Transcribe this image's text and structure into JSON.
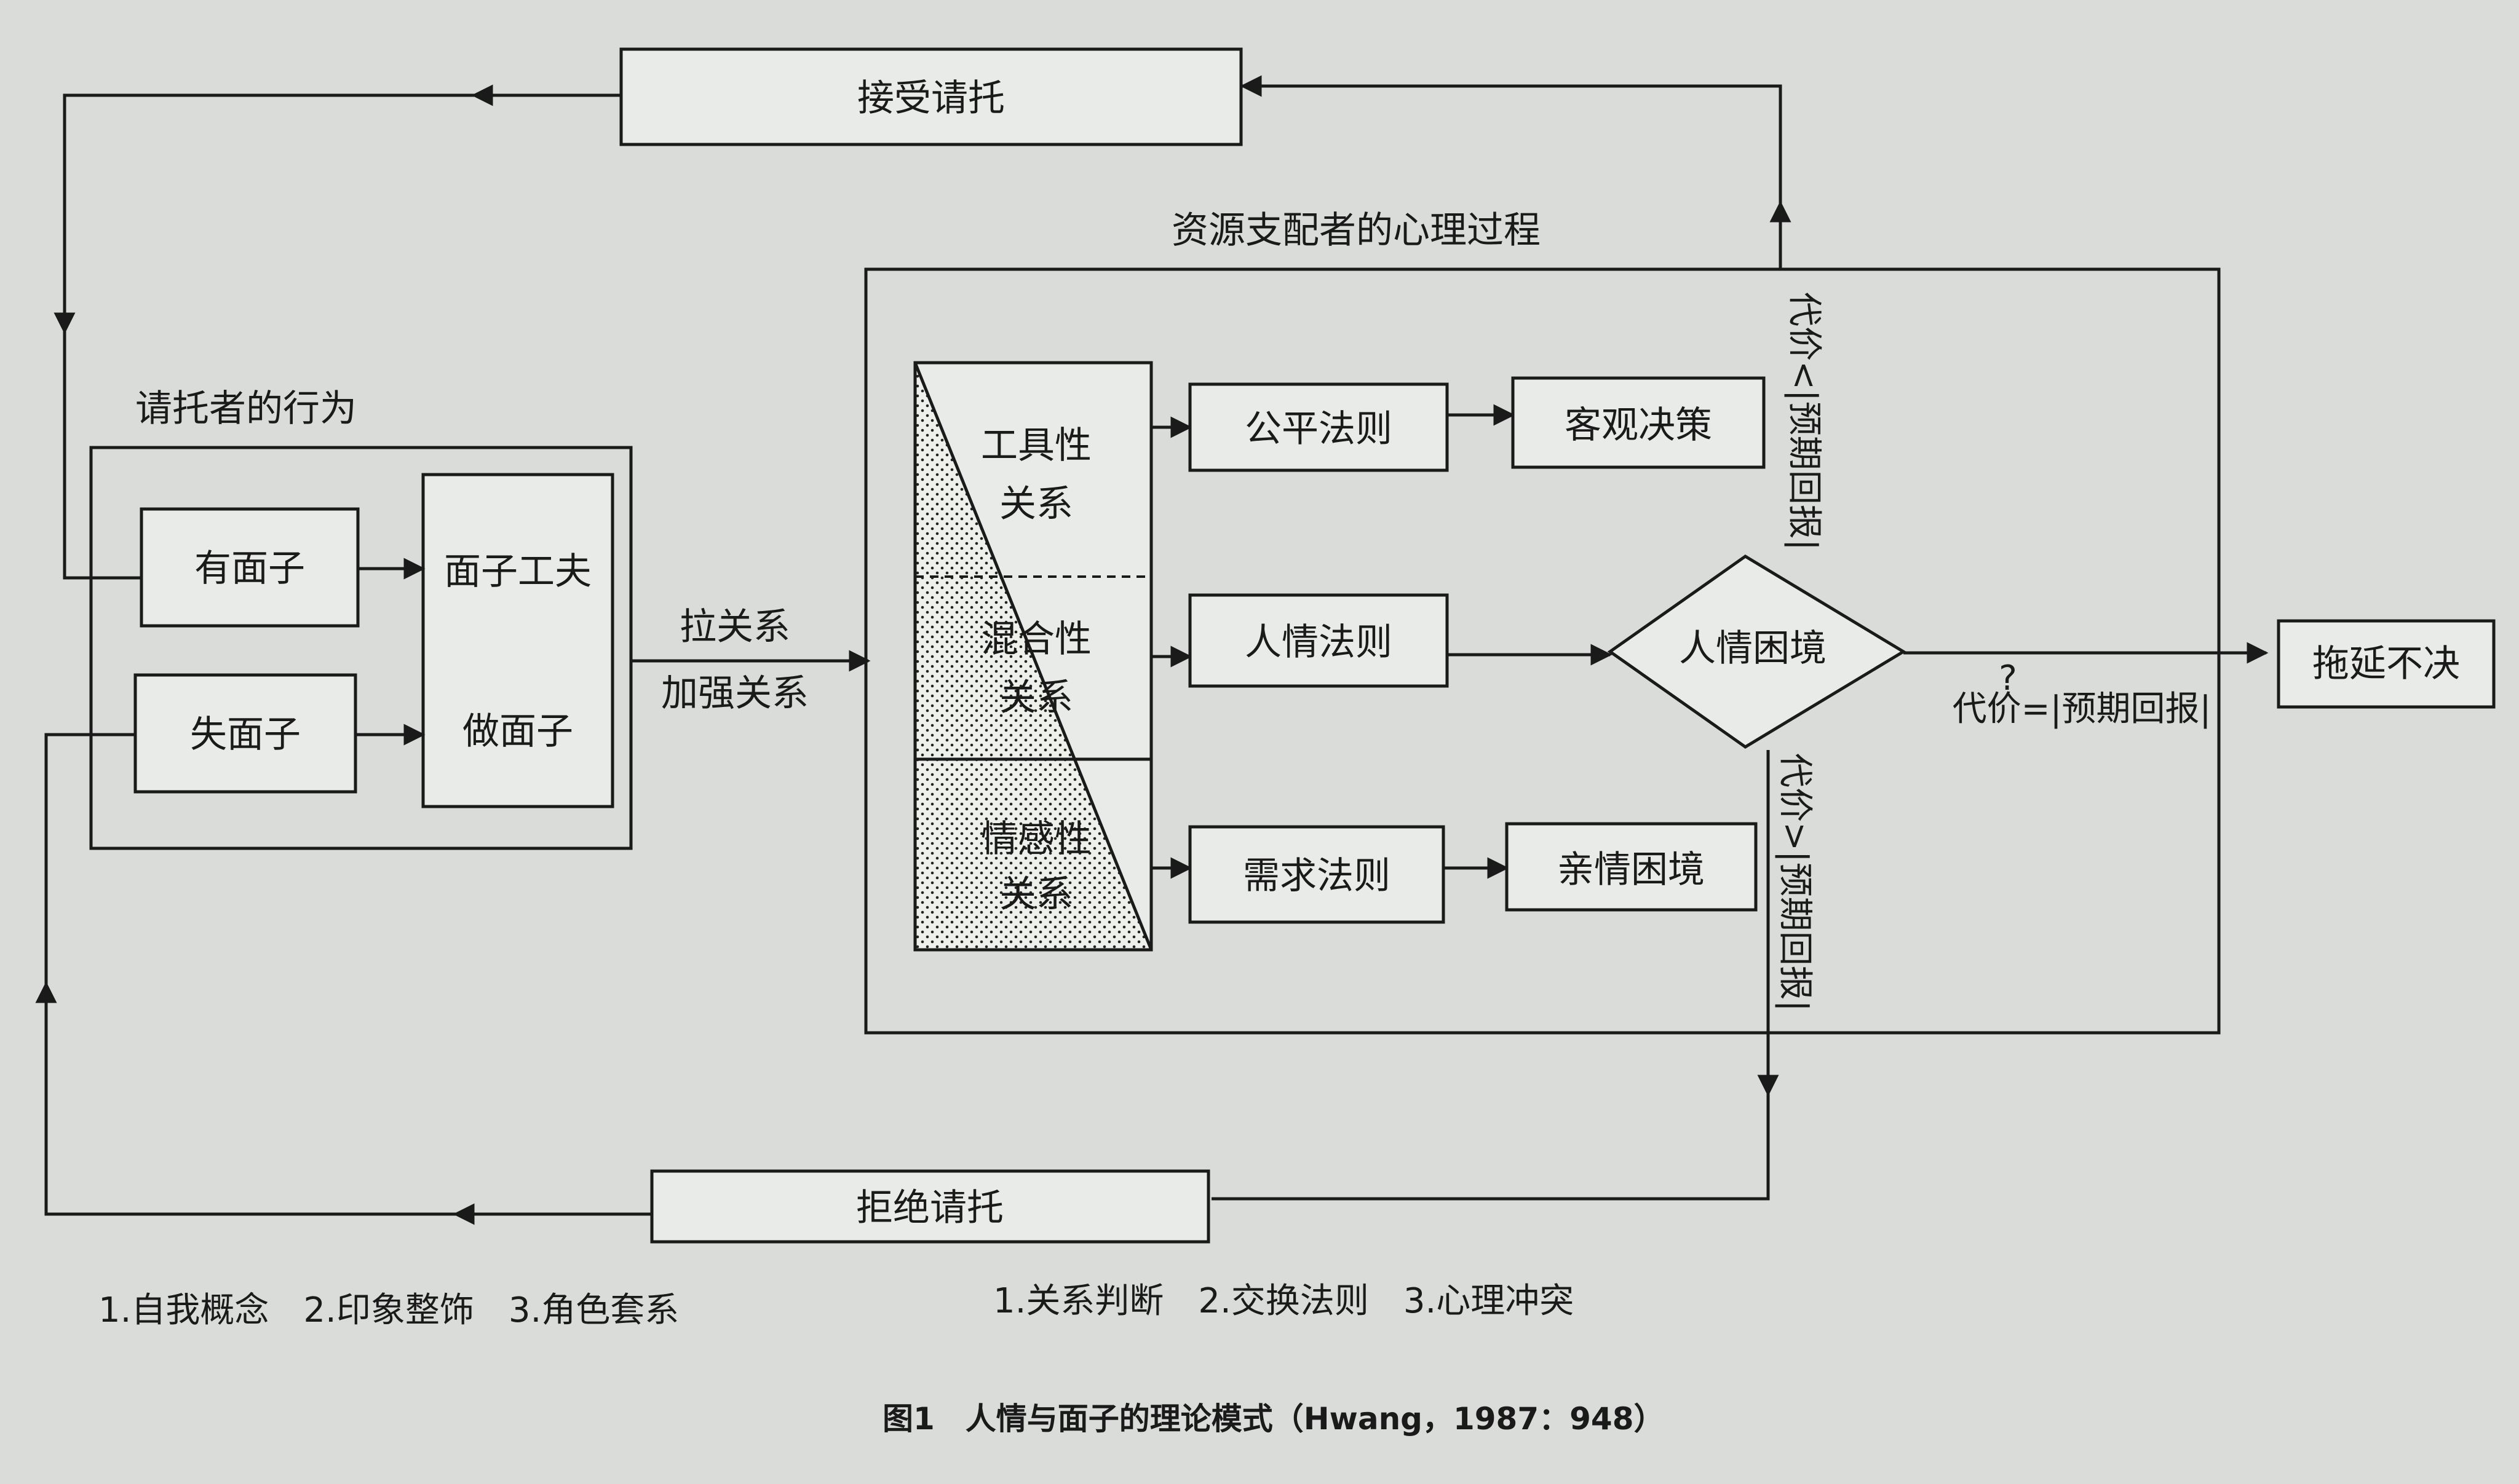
{
  "diagram": {
    "accept": "接受请托",
    "reject": "拒绝请托",
    "requester": {
      "title": "请托者的行为",
      "has_face": "有面子",
      "lose_face": "失面子",
      "face_work": "面子工夫",
      "make_face": "做面子",
      "notes": "1.自我概念　2.印象整饰　3.角色套系"
    },
    "link": {
      "line1": "拉关系",
      "line2": "加强关系"
    },
    "allocator": {
      "title": "资源支配者的心理过程",
      "instrumental": [
        "工具性",
        "关系"
      ],
      "mixed": [
        "混合性",
        "关系"
      ],
      "expressive": [
        "情感性",
        "关系"
      ],
      "equity_rule": "公平法则",
      "renqing_rule": "人情法则",
      "need_rule": "需求法则",
      "objective_decision": "客观决策",
      "renqing_dilemma": "人情困境",
      "kin_dilemma": "亲情困境",
      "notes": "1.关系判断　2.交换法则　3.心理冲突"
    },
    "cost_less": "代价<|预期回报|",
    "cost_more": "代价>|预期回报|",
    "cost_equal": "代价=|预期回报|",
    "question_mark": "?",
    "delay": "拖延不决"
  },
  "caption": "图1　人情与面子的理论模式（Hwang，1987：948）"
}
